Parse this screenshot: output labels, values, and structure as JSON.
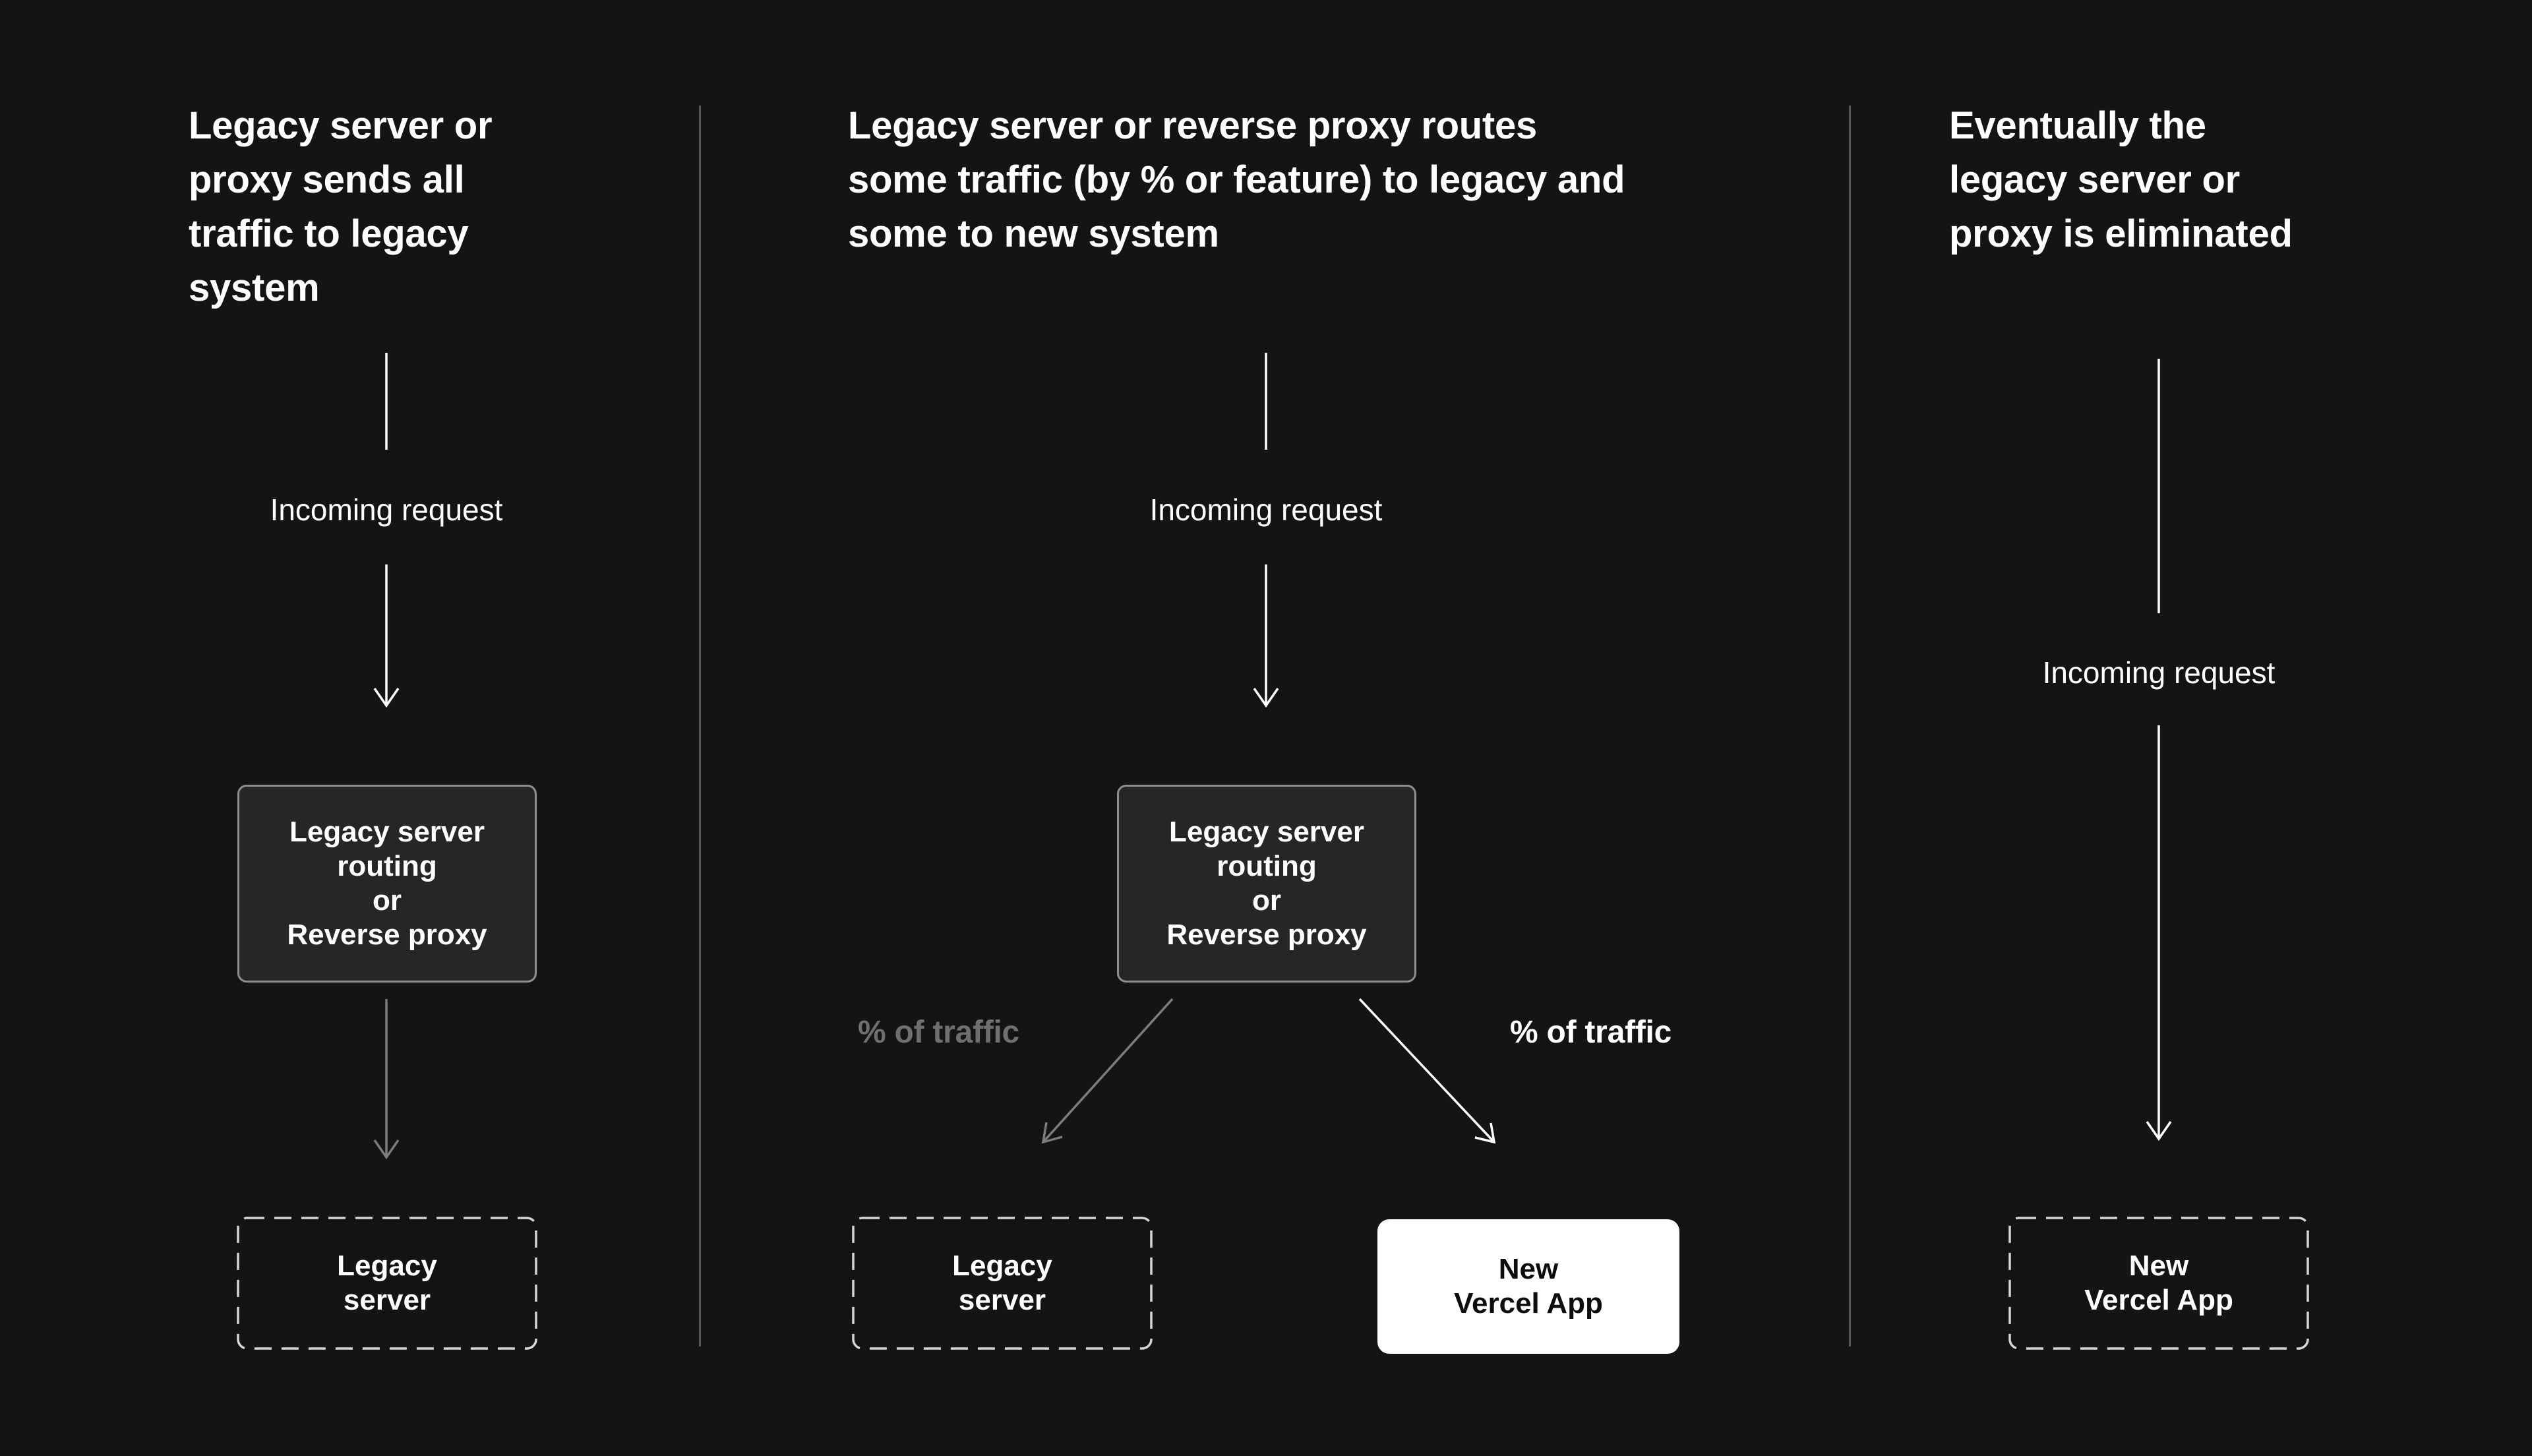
{
  "colors": {
    "bg": "#141414",
    "fg": "#ffffff",
    "divider": "#565656",
    "muted-text": "#6f6f6f",
    "gray-arrow": "#7d7d7d",
    "box-fill": "#262626",
    "box-border": "#8f8f8f",
    "dash-border": "#d6d6d6",
    "white-box-bg": "#ffffff",
    "white-box-text": "#0d0d0d"
  },
  "columns": {
    "left": {
      "heading": [
        "Legacy server or",
        "proxy sends all",
        "traffic to legacy",
        "system"
      ],
      "incoming_label": "Incoming request",
      "router_box": [
        "Legacy server",
        "routing",
        "or",
        "Reverse proxy"
      ],
      "legacy_box": [
        "Legacy",
        "server"
      ]
    },
    "middle": {
      "heading": [
        "Legacy server or reverse proxy routes",
        "some traffic (by % or feature) to legacy and",
        "some to new system"
      ],
      "incoming_label": "Incoming request",
      "router_box": [
        "Legacy server",
        "routing",
        "or",
        "Reverse proxy"
      ],
      "legacy_box": [
        "Legacy",
        "server"
      ],
      "vercel_box": [
        "New",
        "Vercel App"
      ],
      "traffic_label_left": "% of traffic",
      "traffic_label_right": "% of traffic"
    },
    "right": {
      "heading": [
        "Eventually the",
        "legacy server or",
        "proxy is eliminated"
      ],
      "incoming_label": "Incoming request",
      "vercel_box": [
        "New",
        "Vercel App"
      ]
    }
  }
}
